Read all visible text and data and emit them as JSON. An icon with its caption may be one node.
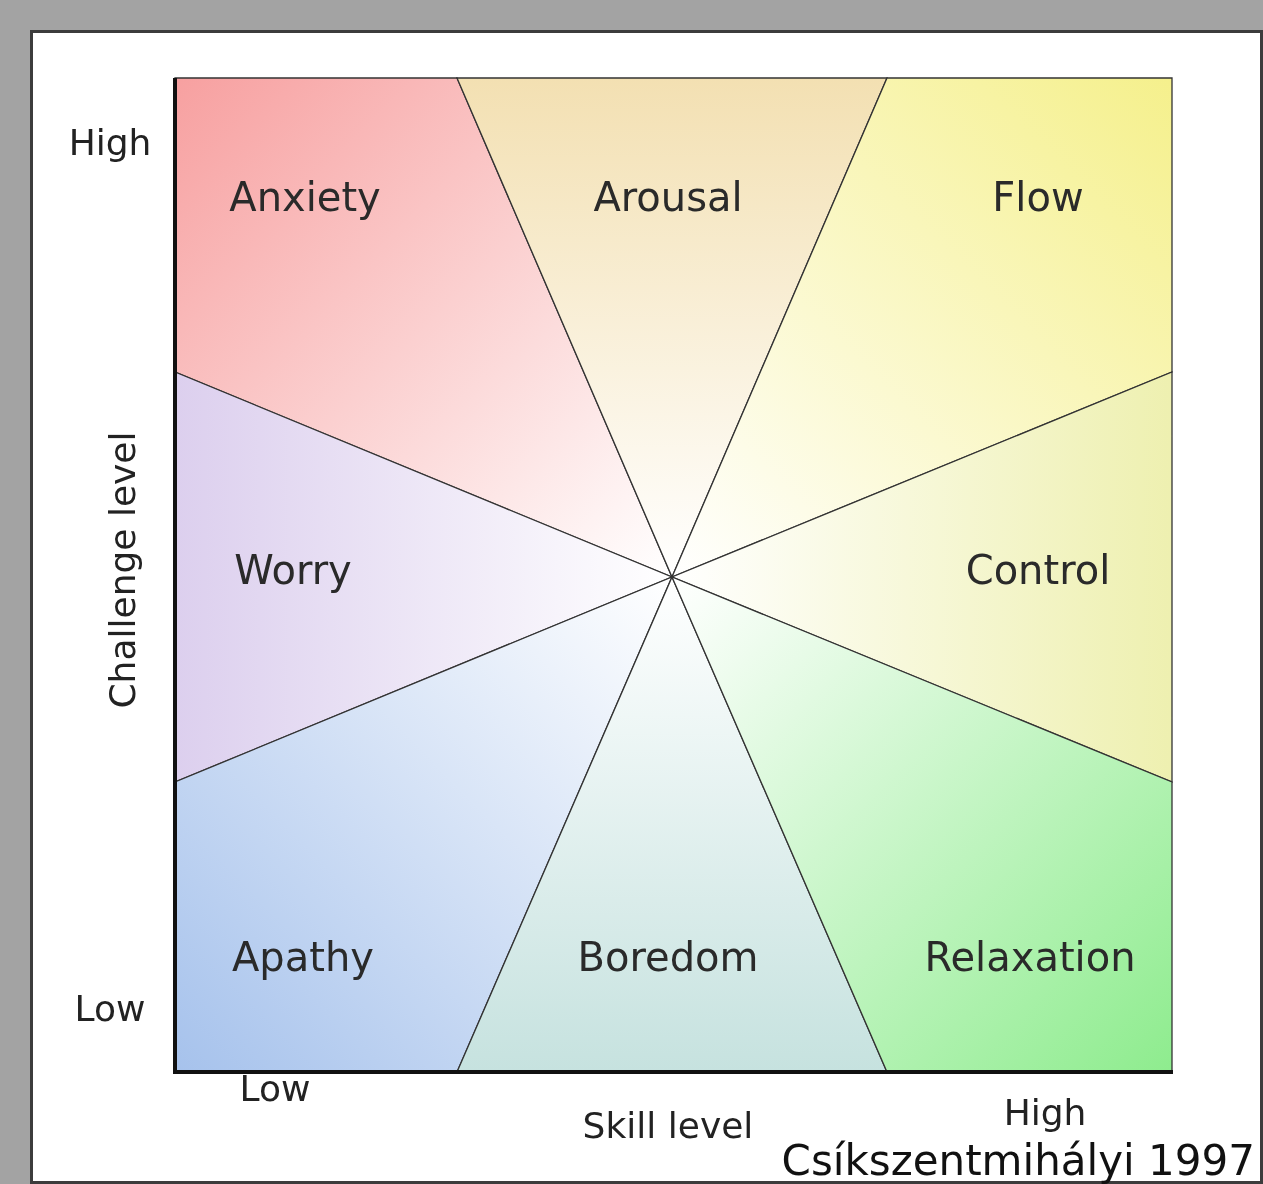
{
  "diagram": {
    "caption": "Csíkszentmihályi 1997",
    "nodes": [
      {
        "text": [
          "Anxiety"
        ]
      },
      {
        "text": [
          "Arousal"
        ]
      },
      {
        "text": [
          "Flow"
        ]
      },
      {
        "text": [
          "Worry"
        ]
      },
      {
        "text": [
          "Control"
        ]
      },
      {
        "text": [
          "Apathy"
        ]
      },
      {
        "text": [
          "Boredom"
        ]
      },
      {
        "text": [
          "Relaxation"
        ]
      }
    ],
    "labels": [
      "High",
      "Challenge level",
      "Low",
      "Low",
      "Skill level",
      "High"
    ]
  }
}
